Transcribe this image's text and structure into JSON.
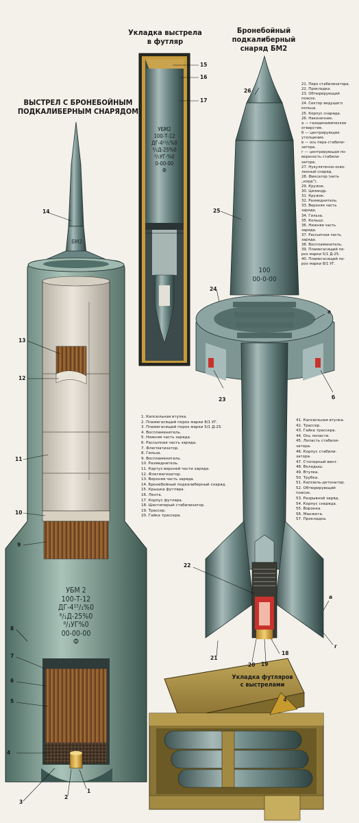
{
  "titles": {
    "round": "ВЫСТРЕЛ С БРОНЕБОЙНЫМ\nПОДКАЛИБЕРНЫМ СНАРЯДОМ",
    "case_packing": "Укладка выстрела\nв футляр",
    "projectile": "Бронебойный\nподкалиберный\nснаряд БМ2",
    "box_packing": "Укладка футляров\nс выстрелами"
  },
  "markings": {
    "round_body": "УБМ 2\n100-Т-12\nДГ-4¹⁵/₁%0\n⁸/₁Д-25%0\n⁸/₁УГ%0\n00-00-00\nФ",
    "case_body": "УБМ2\n100-Т-12\nДГ-4¹⁵/₁%0\n⁸/₁Д-25%0\n⁸/₁УГ-%0\n0-00-00\nФ",
    "projectile_body": "100\n00-0-00",
    "round_tip": "БМ2",
    "box_badge": "4"
  },
  "legend_left": [
    "1. Капсюльная втулка.",
    "2. Пламегасящий порох марки 8/1 УГ.",
    "3. Пламегасящий порох марки 5/1 Д-25.",
    "4. Воспламенитель.",
    "5. Нижняя часть заряда.",
    "6. Рассыпная часть заряда.",
    "7. Флегматизатор.",
    "8. Гильза.",
    "9. Воспламенитель.",
    "10. Размеднитель.",
    "11. Картуз верхней части заряда.",
    "12. Флегматизатор.",
    "13. Верхняя часть заряда.",
    "14. Бронебойный подкалиберный снаряд.",
    "15. Крышка футляра.",
    "16. Лента.",
    "17. Корпус футляра.",
    "18. Шестиперый стабилизатор.",
    "19. Трассер.",
    "20. Гайка трассера."
  ],
  "legend_top_right": [
    "21. Перо стабилизатора.",
    "22. Прокладка.",
    "23. Обтюрирующий",
    "     поясок.",
    "24. Сектор ведущего",
    "     кольца.",
    "25. Корпус снаряда.",
    "26. Наконечник.",
    "а — газодинамическое",
    "     отверстие.",
    "б — центрирующее",
    "     утолщение.",
    "в — ось пера стабили-",
    "     затора.",
    "г — центрирующая по-",
    "     верхность стабили-",
    "     затора.",
    "27. Нукулятенно-осво-",
    "     ленный снаряд.",
    "28. Фиксатор (нить",
    "     „корд\").",
    "29. Кружок.",
    "30. Цилиндр.",
    "31. Кружок.",
    "32. Размеднитель.",
    "33. Верхняя часть",
    "     заряда.",
    "34. Гильза.",
    "35. Кольцо.",
    "36. Нижняя часть",
    "     заряда.",
    "37. Рассыпная часть",
    "     заряда.",
    "38. Воспламенитель.",
    "39. Пламегасящий по-",
    "     рох марки 5/1 Д-25.",
    "40. Пламегасящий по-",
    "     рох марки 8/1 УГ."
  ],
  "legend_mid_right": [
    "41. Капсюльная втулка.",
    "42. Трассер.",
    "43. Гайка трассера.",
    "44. Ось лопасти.",
    "45. Лопасть стабили-",
    "     затора.",
    "46. Корпус стабили-",
    "     затора.",
    "47. Стопорный винт.",
    "48. Вкладыш.",
    "49. Втулка.",
    "50. Трубка.",
    "51. Капсюль-детонатор.",
    "52. Обтюрирующий",
    "     поясок.",
    "53. Разрывной заряд.",
    "54. Корпус снаряда.",
    "55. Воронка.",
    "56. Манжета.",
    "57. Прокладка."
  ],
  "callouts": [
    {
      "id": "14",
      "text": "14"
    },
    {
      "id": "13",
      "text": "13"
    },
    {
      "id": "12",
      "text": "12"
    },
    {
      "id": "11",
      "text": "11"
    },
    {
      "id": "10",
      "text": "10"
    },
    {
      "id": "9",
      "text": "9"
    },
    {
      "id": "8",
      "text": "8"
    },
    {
      "id": "7",
      "text": "7"
    },
    {
      "id": "6",
      "text": "6"
    },
    {
      "id": "5",
      "text": "5"
    },
    {
      "id": "4",
      "text": "4"
    },
    {
      "id": "3",
      "text": "3"
    },
    {
      "id": "2",
      "text": "2"
    },
    {
      "id": "1",
      "text": "1"
    },
    {
      "id": "15",
      "text": "15"
    },
    {
      "id": "16",
      "text": "16"
    },
    {
      "id": "17",
      "text": "17"
    },
    {
      "id": "18",
      "text": "18"
    },
    {
      "id": "19",
      "text": "19"
    },
    {
      "id": "20",
      "text": "20"
    },
    {
      "id": "21",
      "text": "21"
    },
    {
      "id": "22",
      "text": "22"
    },
    {
      "id": "23",
      "text": "23"
    },
    {
      "id": "24",
      "text": "24"
    },
    {
      "id": "25",
      "text": "25"
    },
    {
      "id": "26",
      "text": "26"
    },
    {
      "id": "a1",
      "text": "а"
    },
    {
      "id": "b1",
      "text": "б"
    },
    {
      "id": "a2",
      "text": "а"
    },
    {
      "id": "g1",
      "text": "г"
    }
  ],
  "colors": {
    "steel": "#5f7a78",
    "steel_light": "#a8bcba",
    "steel_dark": "#2f4442",
    "case_green": "#7f9e93",
    "paper": "#e3ddd0",
    "powder": "#8a5a2e",
    "wood": "#a38a43",
    "red": "#c8322c"
  }
}
